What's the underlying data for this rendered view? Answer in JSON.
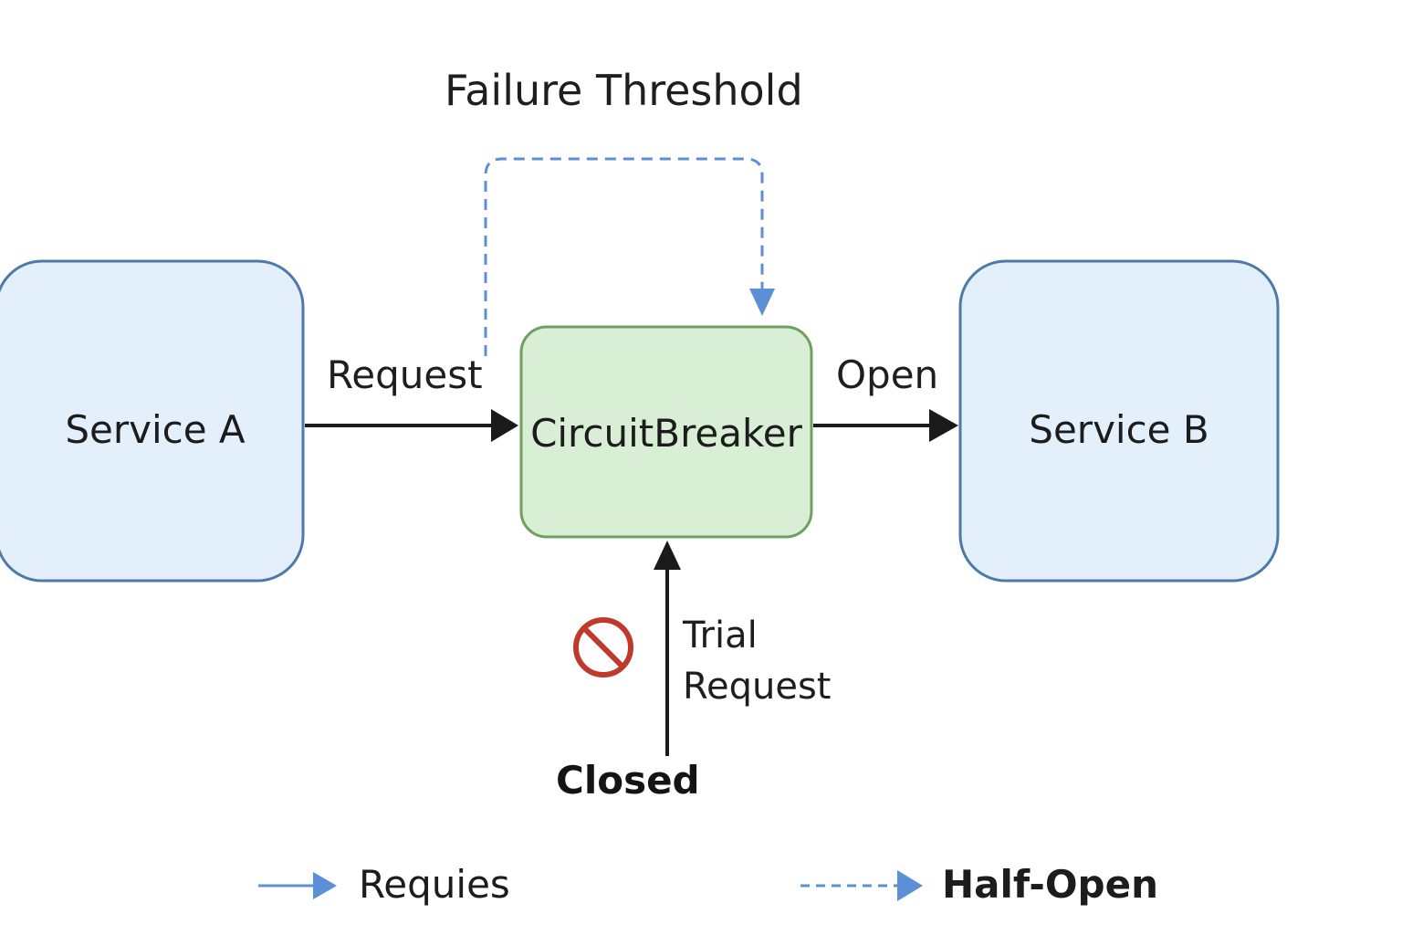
{
  "title": "Failure Threshold",
  "nodes": {
    "service_a": "Service A",
    "circuit_breaker": "CircuitBreaker",
    "service_b": "Service B"
  },
  "edges": {
    "request": "Request",
    "open": "Open",
    "trial_line1": "Trial",
    "trial_line2": "Request",
    "closed": "Closed"
  },
  "legend": {
    "solid_label": "Requies",
    "dashed_label": "Half-Open"
  },
  "icons": {
    "blocked": "no-entry-icon"
  },
  "colors": {
    "service_fill": "#e3f0fc",
    "service_stroke": "#4f7aa8",
    "breaker_fill": "#d8eed5",
    "breaker_stroke": "#6fa05f",
    "dashed_arrow": "#5b8fd6",
    "solid_arrow": "#1a1a1a",
    "legend_arrow": "#5b8fd6",
    "blocked_icon": "#c0392b"
  }
}
